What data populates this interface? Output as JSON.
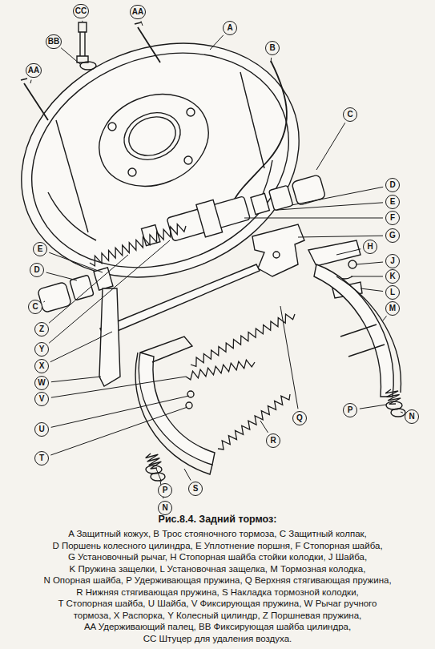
{
  "diagram": {
    "caption": "Рис.8.4. Задний тормоз:",
    "labels": [
      "CC",
      "AA",
      "BB",
      "AA",
      "A",
      "B",
      "C",
      "D",
      "E",
      "F",
      "G",
      "H",
      "J",
      "K",
      "L",
      "M",
      "N",
      "P",
      "Q",
      "R",
      "S",
      "P",
      "N",
      "T",
      "U",
      "V",
      "W",
      "X",
      "Y",
      "Z",
      "E",
      "D",
      "C",
      "A Защитный кожух, B Трос стояночного тормоза, C Защитный колпак,",
      "D Поршень колесного цилиндра, E Уплотнение поршня, F Стопорная шайба,",
      "G Установочный рычаг, H Стопорная шайба стойки колодки, J Шайба,",
      "K Пружина защелки, L Установочная защелка, M Тормозная колодка,",
      "N Опорная шайба, P Удерживающая пружина, Q Верхняя стягивающая пружина,",
      "R Нижняя стягивающая пружина, S Накладка тормозной колодки,",
      "T Стопорная шайба, U Шайба, V Фиксирующая пружина, W Рычаг ручного",
      "тормоза, X Распорка, Y Колесный цилиндр, Z Поршневая пружина,",
      "AA Удерживающий палец, BB Фиксирующая шайба цилиндра,",
      "CC Штуцер для удаления воздуха."
    ]
  }
}
